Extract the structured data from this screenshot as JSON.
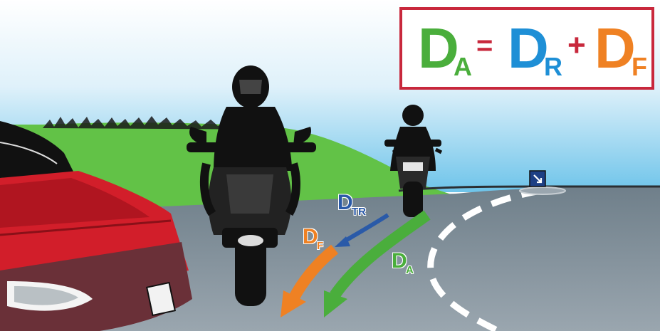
{
  "formula": {
    "lhs_letter": "D",
    "lhs_sub": "A",
    "equals": "=",
    "r_letter": "D",
    "r_sub": "R",
    "plus": "+",
    "f_letter": "D",
    "f_sub": "F"
  },
  "labels": {
    "dtr_letter": "D",
    "dtr_sub": "TR",
    "df_letter": "D",
    "df_sub": "F",
    "da_letter": "D",
    "da_sub": "A"
  },
  "colors": {
    "green": "#4aae3c",
    "blue": "#1e8fd6",
    "orange": "#ef8123",
    "red_border": "#c8283c",
    "plus_red": "#c8283c",
    "dark_blue": "#2a5aa8",
    "sky_top": "#ffffff",
    "sky_bottom": "#6ec4ea",
    "grass": "#62c247",
    "road": "#8b98a3",
    "car_red": "#d21e2a"
  }
}
